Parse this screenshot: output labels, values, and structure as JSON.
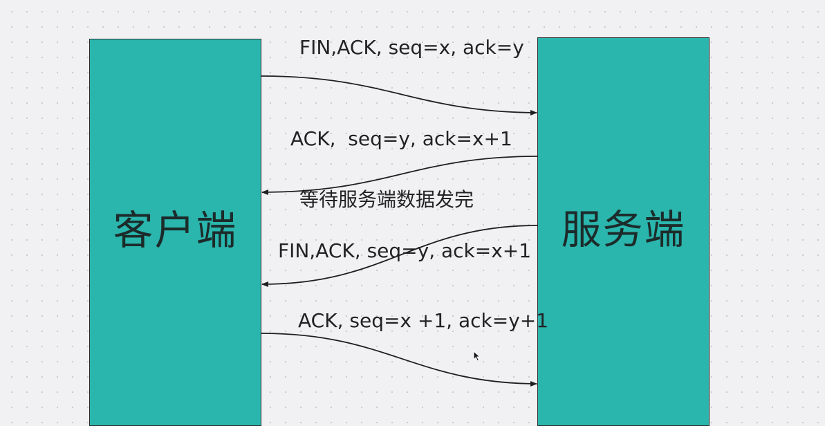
{
  "participants": {
    "client": "客户端",
    "server": "服务端"
  },
  "messages": [
    {
      "label": "FIN,ACK, seq=x, ack=y",
      "from": "client",
      "to": "server"
    },
    {
      "label": "ACK,  seq=y, ack=x+1",
      "from": "server",
      "to": "client"
    },
    {
      "label": "FIN,ACK, seq=y, ack=x+1",
      "from": "server",
      "to": "client"
    },
    {
      "label": "ACK, seq=x +1, ack=y+1",
      "from": "client",
      "to": "server"
    }
  ],
  "note": "等待服务端数据发完",
  "colors": {
    "box_fill": "#2ab5ad",
    "background": "#f1f0f3",
    "line": "#1f1f1f"
  },
  "icons": {
    "cursor": "mouse-pointer-icon"
  }
}
